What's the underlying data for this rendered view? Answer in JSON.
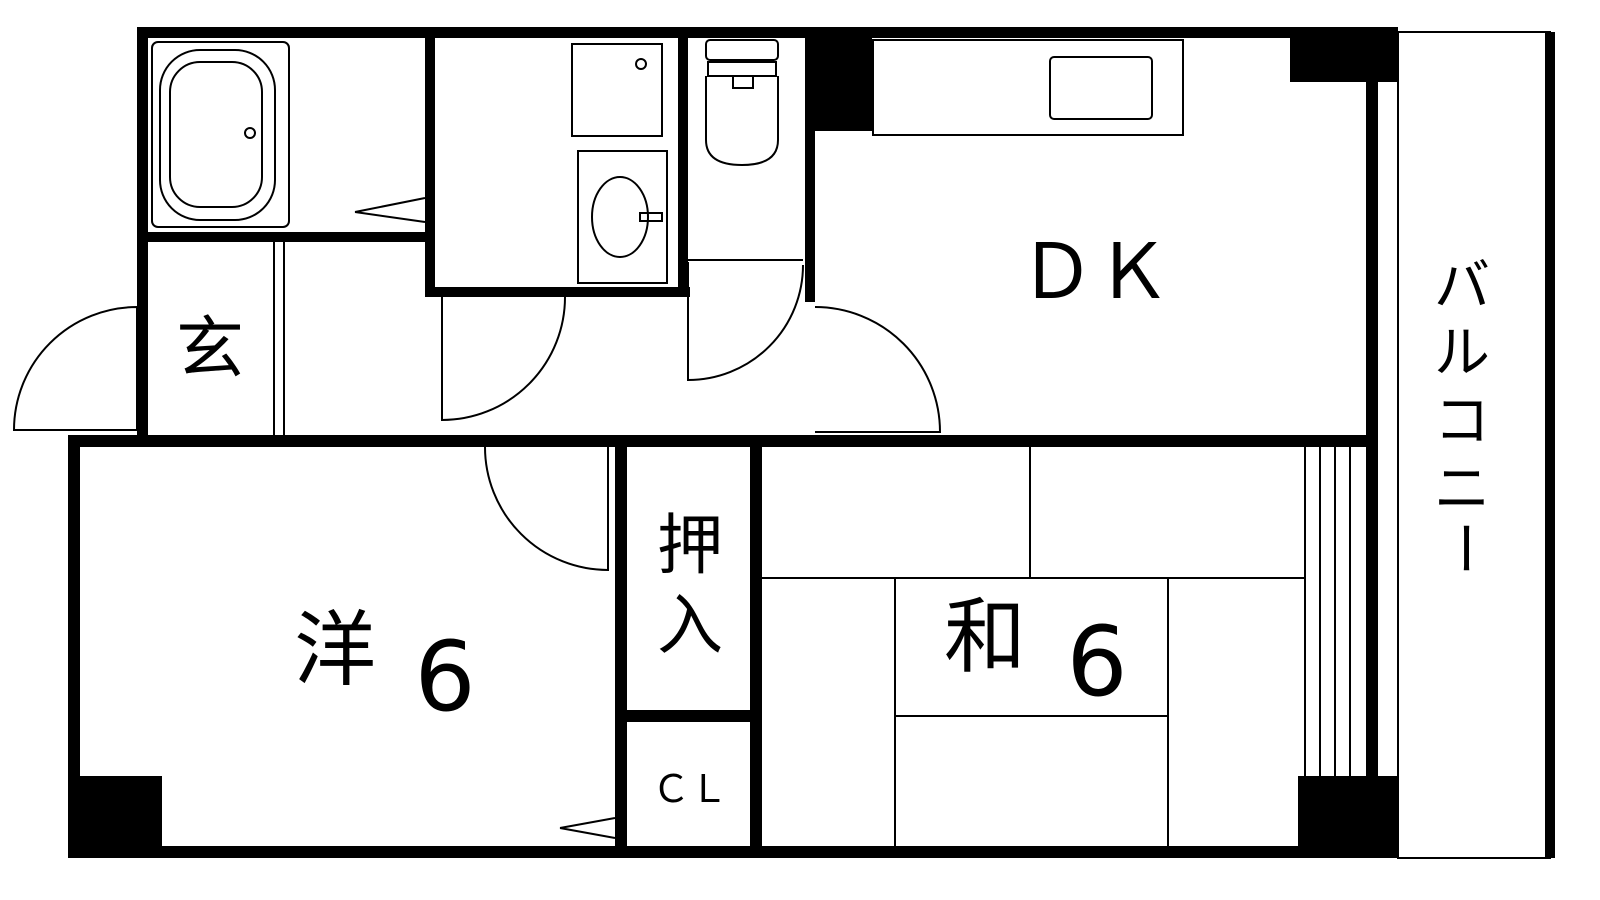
{
  "rooms": {
    "entrance": "玄",
    "dk": "ＤＫ",
    "western_room": "洋",
    "western_size": "6",
    "japanese_room": "和",
    "japanese_size": "6",
    "oshiire_top": "押",
    "oshiire_bottom": "入",
    "closet": "ＣＬ",
    "balcony": [
      "バ",
      "ル",
      "コ",
      "ニ",
      "ー"
    ]
  },
  "colors": {
    "wall": "#000000",
    "background": "#ffffff"
  }
}
